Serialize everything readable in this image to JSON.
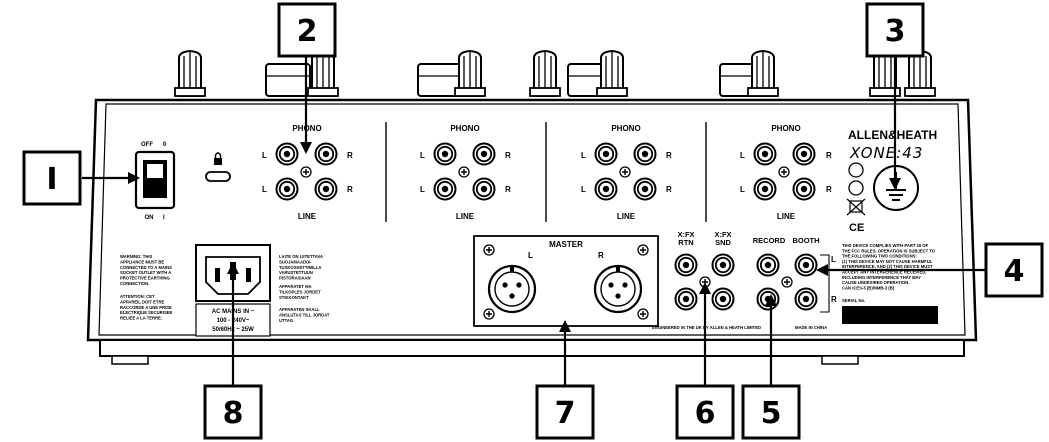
{
  "callouts": {
    "c1": "I",
    "c2": "2",
    "c3": "3",
    "c4": "4",
    "c5": "5",
    "c6": "6",
    "c7": "7",
    "c8": "8"
  },
  "panel": {
    "power_off": "OFF",
    "power_off_mark": "0",
    "power_on": "ON",
    "power_on_mark": "I",
    "phono_label": "PHONO",
    "line_label": "LINE",
    "left": "L",
    "right": "R",
    "master": "MASTER",
    "xfx_rtn_line1": "X:FX",
    "xfx_rtn_line2": "RTN",
    "xfx_snd_line1": "X:FX",
    "xfx_snd_line2": "SND",
    "record": "RECORD",
    "booth": "BOOTH",
    "brand": "ALLEN&HEATH",
    "model": "XONE:43",
    "ce_mark": "CE",
    "ac_mains_title": "AC MAINS IN ~",
    "ac_mains_voltage": "100 - 240V~",
    "ac_mains_freq": "50/60Hz ~ 25W",
    "serial_label": "SERIAL No.",
    "engineered": "ENGINEERED IN THE UK BY ALLEN & HEATH LIMITED",
    "made_in": "MADE IN CHINA",
    "warning_en": [
      "WARNING: THIS",
      "APPLIANCE MUST BE",
      "CONNECTED TO A MAINS",
      "SOCKET OUTLET WITH A",
      "PROTECTIVE EARTHING",
      "CONNECTION."
    ],
    "warning_fr": [
      "ATTENTION: CET",
      "APPAREIL DOIT ETRE",
      "RACCORDE A UNE PRISE",
      "ELECTRIQUE SECURISEE",
      "RELIEE A LA TERRE."
    ],
    "warning_fi": [
      "LAITE ON LIITETTAVA",
      "SUOJAMAADOI-",
      "TUSKOSKETTIMILLA",
      "VARUSTETTUUN",
      "PISTORASIAAN"
    ],
    "warning_no": [
      "APPARATET MA",
      "TILKOPLES JORDET",
      "STIKKONTAKT"
    ],
    "warning_se": [
      "APPARATEN SKALL",
      "ANSLUTAS TILL JORDAT",
      "UTTAG"
    ],
    "fcc": [
      "THIS DEVICE COMPLIES WITH PART 15 OF",
      "THE FCC RULES. OPERATION IS SUBJECT TO",
      "THE FOLLOWING TWO CONDITIONS:",
      "(1) THIS DEVICE MAY NOT CAUSE HARMFUL",
      "INTERFERENCE, AND (2) THIS DEVICE MUST",
      "ACCEPT ANY INTERFERENCE RECEIVED,",
      "INCLUDING INTERFERENCE THAT MAY",
      "CAUSE UNDESIRED OPERATION.",
      "CAN ICES-3 (B)/NMB-3 (B)"
    ]
  }
}
